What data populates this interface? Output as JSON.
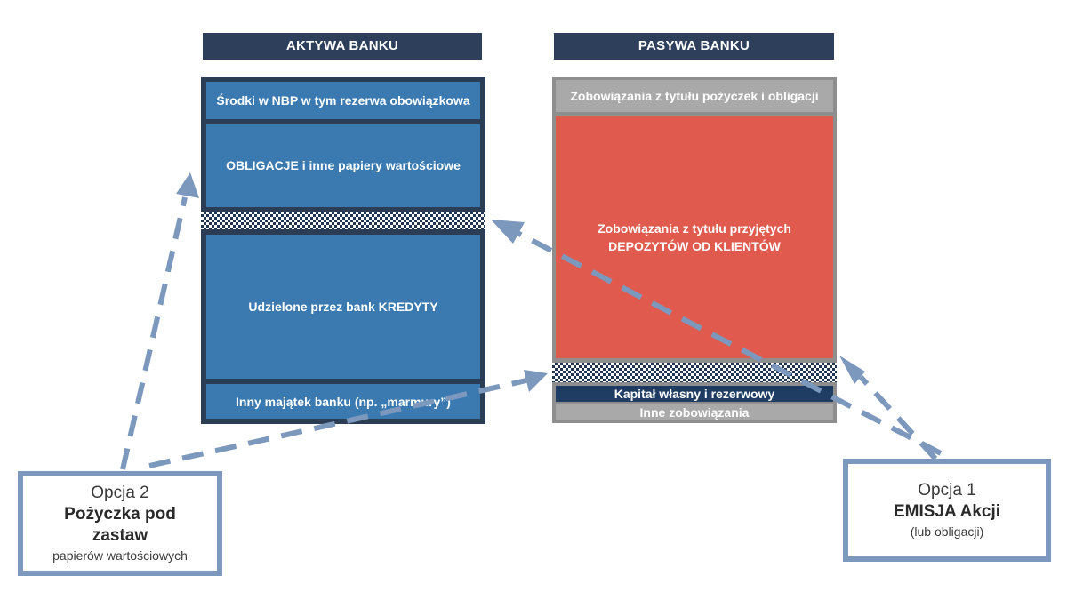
{
  "assets": {
    "header": "AKTYWA BANKU",
    "nbp_reserves": "Środki w NBP w tym rezerwa obowiązkowa",
    "bonds": "OBLIGACJE i inne papiery wartościowe",
    "loans": "Udzielone przez bank KREDYTY",
    "other_property": "Inny majątek banku (np. „marmury”)"
  },
  "liabilities": {
    "header": "PASYWA BANKU",
    "loans_bonds_liabilities": "Zobowiązania z tytułu pożyczek i obligacji",
    "deposits_line1": "Zobowiązania z tytułu przyjętych",
    "deposits_line2": "DEPOZYTÓW OD KLIENTÓW",
    "equity": "Kapitał własny i rezerwowy",
    "other_liabilities": "Inne zobowiązania"
  },
  "option1": {
    "label": "Opcja 1",
    "title": "EMISJA Akcji",
    "note": "(lub obligacji)"
  },
  "option2": {
    "label": "Opcja 2",
    "title_line1": "Pożyczka pod",
    "title_line2": "zastaw",
    "note": "papierów wartościowych"
  },
  "colors": {
    "header": "#2e3f5c",
    "asset_block": "#3a7ab0",
    "deposits": "#e05a4e",
    "equity": "#1f3d63",
    "grey_block": "#a9a9a9",
    "arrow": "#7c98bd"
  }
}
